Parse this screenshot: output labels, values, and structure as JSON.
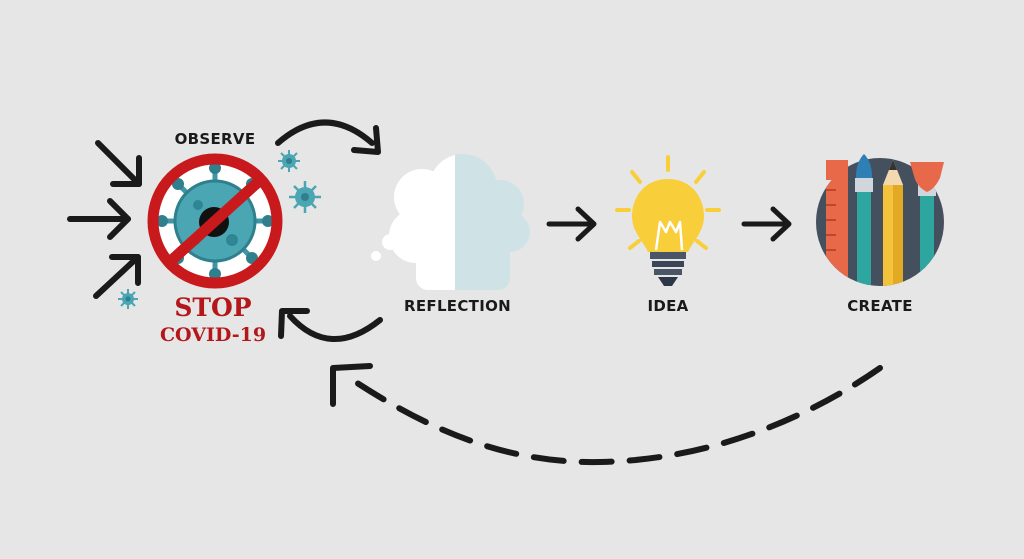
{
  "steps": {
    "observe": "OBSERVE",
    "reflection": "REFLECTION",
    "idea": "IDEA",
    "create": "CREATE"
  },
  "badge": {
    "line1": "STOP",
    "line2": "COVID-19"
  },
  "colors": {
    "background": "#e6e6e6",
    "stop_red": "#c8191d",
    "virus_teal": "#3f97a5",
    "bulb_yellow": "#f8cf3a",
    "cloud_blue": "#cfe3e6",
    "ink": "#1a1a1a"
  }
}
